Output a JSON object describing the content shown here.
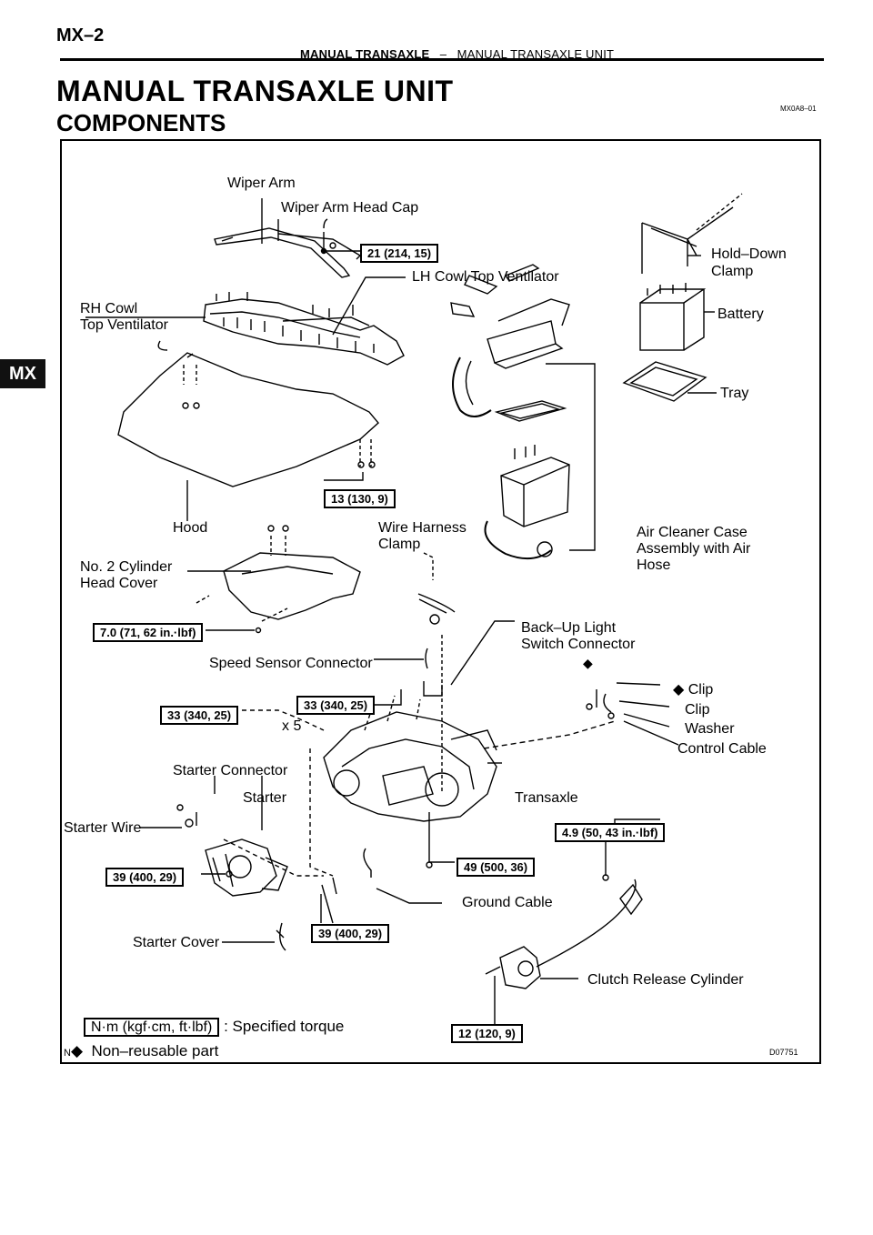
{
  "header": {
    "page_code": "MX–2",
    "section": "MANUAL TRANSAXLE",
    "separator": "–",
    "subsection": "MANUAL TRANSAXLE UNIT"
  },
  "title": "MANUAL TRANSAXLE UNIT",
  "subtitle": "COMPONENTS",
  "side_tab": "MX",
  "ref_code": "MX0A8–01",
  "figure_code": "D07751",
  "labels": {
    "wiper_arm": "Wiper Arm",
    "wiper_arm_head_cap": "Wiper Arm Head Cap",
    "lh_cowl": "LH Cowl Top Ventilator",
    "rh_cowl_1": "RH Cowl",
    "rh_cowl_2": "Top Ventilator",
    "hold_down_1": "Hold–Down",
    "hold_down_2": "Clamp",
    "battery": "Battery",
    "tray": "Tray",
    "hood": "Hood",
    "wire_harness_1": "Wire Harness",
    "wire_harness_2": "Clamp",
    "air_cleaner_1": "Air Cleaner Case",
    "air_cleaner_2": "Assembly with Air",
    "air_cleaner_3": "Hose",
    "no2_cyl_1": "No. 2 Cylinder",
    "no2_cyl_2": "Head Cover",
    "backup_1": "Back–Up Light",
    "backup_2": "Switch Connector",
    "speed_sensor": "Speed Sensor Connector",
    "clip1": "◆ Clip",
    "clip2": "Clip",
    "washer": "Washer",
    "control_cable": "Control Cable",
    "x5": "x 5",
    "starter_connector": "Starter Connector",
    "starter": "Starter",
    "transaxle": "Transaxle",
    "starter_wire": "Starter Wire",
    "ground_cable": "Ground Cable",
    "starter_cover": "Starter Cover",
    "clutch_release": "Clutch Release Cylinder",
    "nonreusable_mark": "◆"
  },
  "torques": {
    "t_wiper": "21 (214, 15)",
    "t_hood": "13 (130, 9)",
    "t_headcover": "7.0 (71, 62 in.·lbf)",
    "t_33a": "33 (340, 25)",
    "t_33b": "33 (340, 25)",
    "t_49a": "4.9 (50, 43 in.·lbf)",
    "t_49b": "49 (500, 36)",
    "t_39a": "39 (400, 29)",
    "t_39b": "39 (400, 29)",
    "t_12": "12 (120, 9)"
  },
  "legend": {
    "torque_unit": "N·m (kgf·cm, ft·lbf)",
    "torque_text": ": Specified torque",
    "nonreusable_prefix": "N",
    "nonreusable_symbol": "◆",
    "nonreusable_text": "Non–reusable part"
  }
}
